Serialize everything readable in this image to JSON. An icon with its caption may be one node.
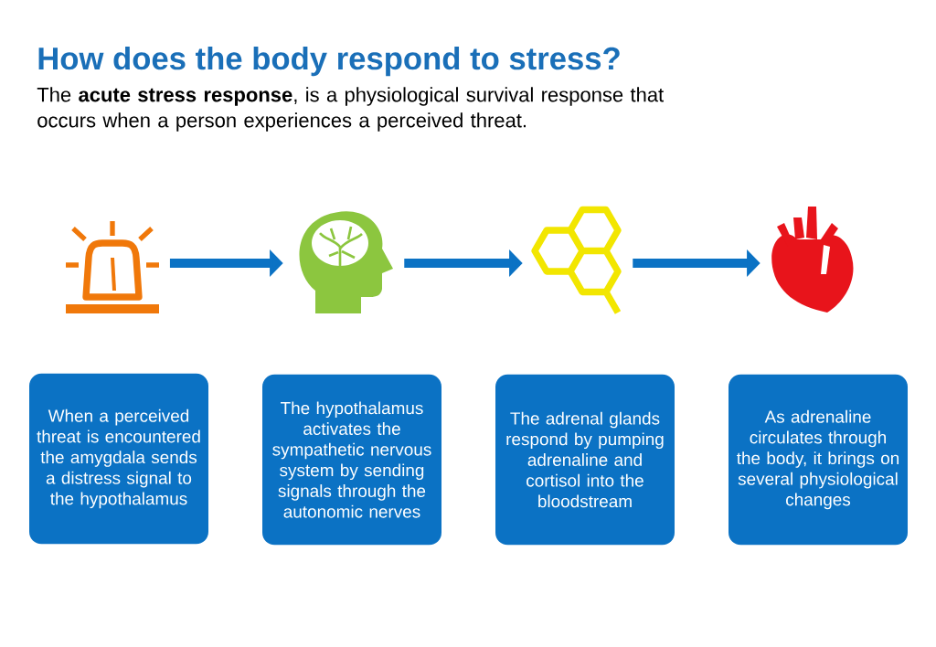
{
  "diagram": {
    "title": "How does the body respond to stress?",
    "nodes": [
      {
        "text": [],
        "shape": "picture"
      },
      {
        "text": [],
        "shape": "picture"
      },
      {
        "text": [],
        "shape": "picture"
      },
      {
        "text": [],
        "shape": "picture"
      },
      {
        "text": [
          "When a perceived threat is encountered the amygdala sends a distress signal to the hypothalamus"
        ]
      },
      {
        "text": [
          "The hypothalamus activates the sympathetic nervous system by sending signals through the autonomic nerves"
        ]
      },
      {
        "text": [
          "The adrenal glands respond by pumping adrenaline and cortisol into the bloodstream"
        ]
      },
      {
        "text": [
          "As adrenaline circulates through the body, it brings on several physiological changes"
        ]
      }
    ],
    "edges": [
      {
        "from": 0,
        "to": 1,
        "arrow": "to"
      },
      {
        "from": 1,
        "to": 2,
        "arrow": "to"
      },
      {
        "from": 2,
        "to": 3,
        "arrow": "to"
      }
    ],
    "labels": [
      "The **acute stress response**, is a physiological survival response that occurs when a person experiences a perceived threat."
    ]
  }
}
